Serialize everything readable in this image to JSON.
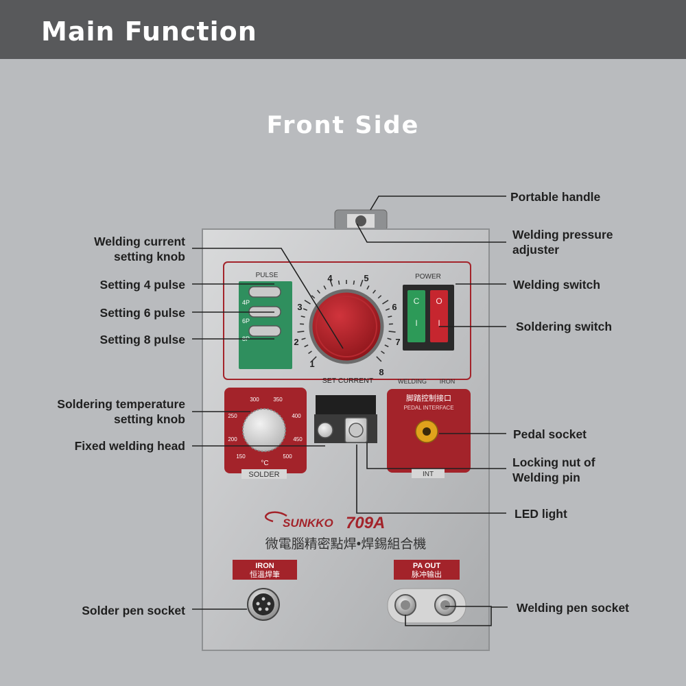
{
  "header": {
    "title": "Main Function"
  },
  "subtitle": "Front  Side",
  "callouts_left": {
    "welding_current_knob": [
      "Welding current",
      "setting knob"
    ],
    "pulse4": "Setting 4 pulse",
    "pulse6": "Setting 6 pulse",
    "pulse8": "Setting 8 pulse",
    "soldering_temp_knob": [
      "Soldering temperature",
      "setting knob"
    ],
    "fixed_head": "Fixed welding head",
    "solder_pen_socket": "Solder pen socket"
  },
  "callouts_right": {
    "handle": "Portable handle",
    "pressure": [
      "Welding pressure",
      "adjuster"
    ],
    "welding_switch": "Welding switch",
    "soldering_switch": "Soldering switch",
    "pedal_socket": "Pedal socket",
    "locking_nut": [
      "Locking nut of",
      "Welding pin"
    ],
    "led": "LED light",
    "welding_pen_socket": "Welding pen socket"
  },
  "panel": {
    "pulse_label": "PULSE",
    "pulse_buttons": [
      "4P",
      "6P",
      "8P"
    ],
    "dial_numbers": [
      "1",
      "2",
      "3",
      "4",
      "5",
      "6",
      "7",
      "8"
    ],
    "set_current": "SET CURRENT",
    "power_label": "POWER",
    "switch_symbols": [
      "C",
      "I",
      "O",
      "I"
    ],
    "welding_label": "WELDING",
    "iron_label": "IRON",
    "temp_values": [
      "150",
      "200",
      "250",
      "300",
      "350",
      "400",
      "450",
      "500"
    ],
    "temp_unit": "°C",
    "solder_label": "SOLDER",
    "pedal_cn": "脚踏控制接口",
    "pedal_en": "PEDAL INTERFACE",
    "int_label": "INT",
    "brand": "SUNKKO",
    "model": "709A",
    "chinese_desc": "微電腦精密點焊•焊錫組合機",
    "iron_en": "IRON",
    "iron_cn": "恒溫焊筆",
    "pa_out_en": "PA   OUT",
    "pa_out_cn": "脉冲输出"
  },
  "colors": {
    "panel_red": "#a3232a",
    "pulse_green": "#2f8f5e",
    "topbar": "#58595b",
    "background": "#b9bbbe"
  }
}
